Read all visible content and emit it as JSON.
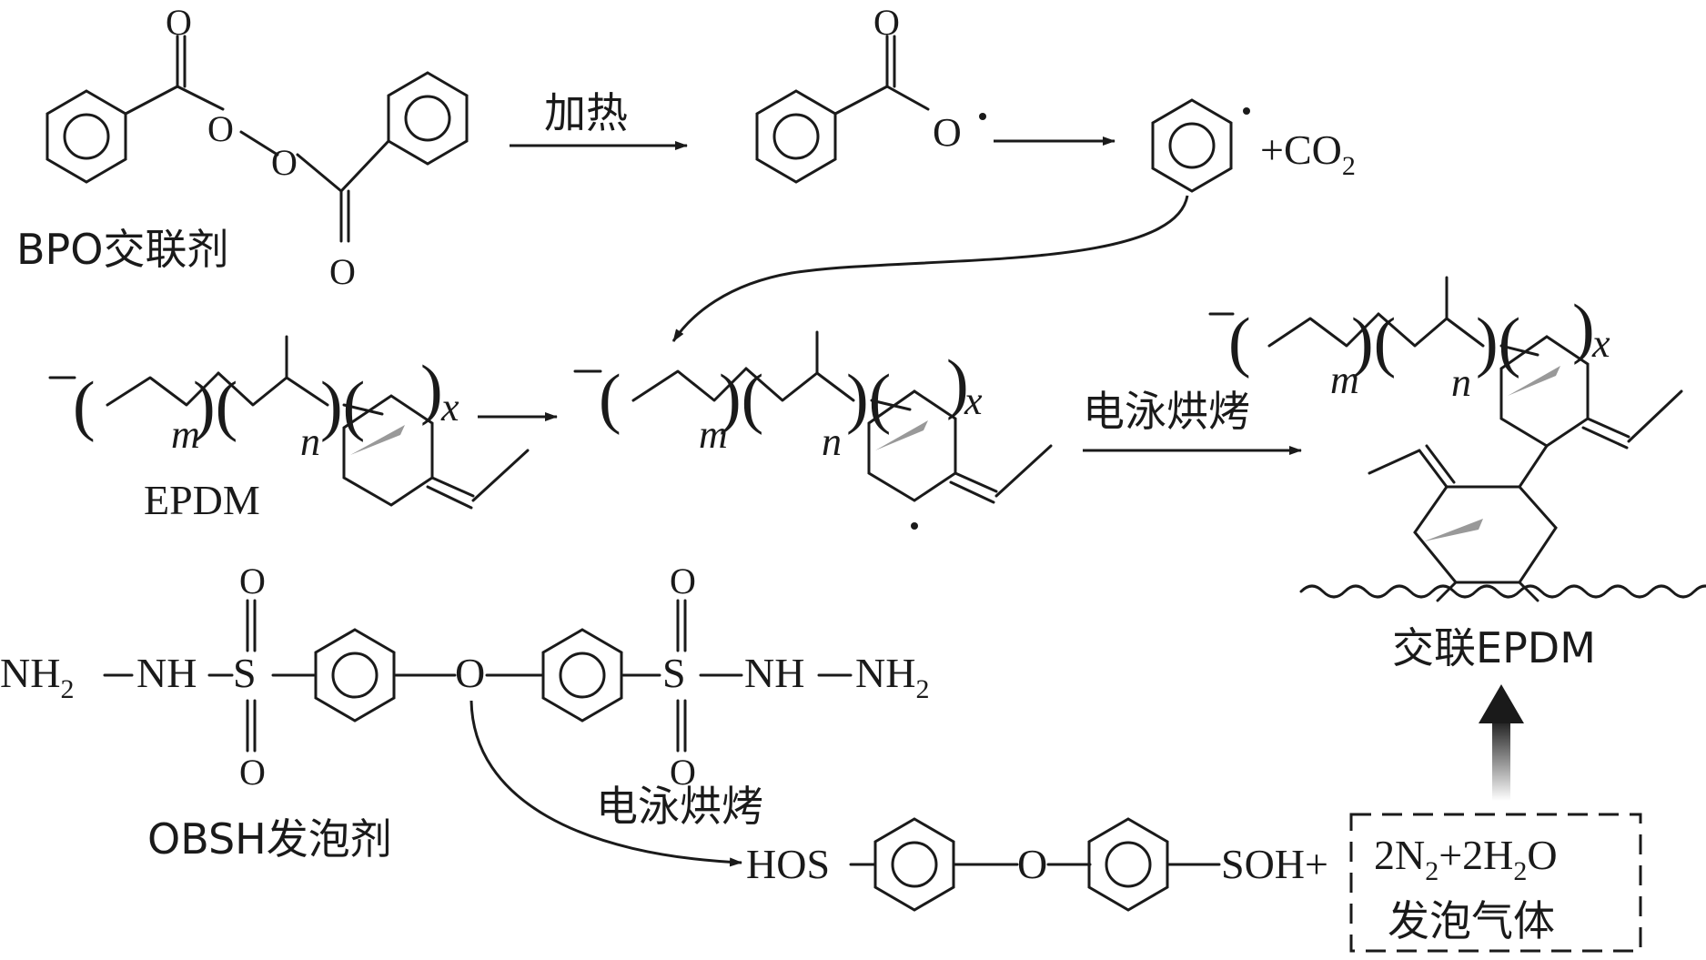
{
  "labels": {
    "bpo": "BPO交联剂",
    "heat": "加热",
    "co2": "+CO",
    "co2_sub": "2",
    "epdm": "EPDM",
    "bake1": "电泳烘烤",
    "bake2": "电泳烘烤",
    "crosslinked": "交联EPDM",
    "obsh": "OBSH发泡剂",
    "gas_formula_a": "2N",
    "gas_formula_sub1": "2",
    "gas_formula_b": "+2H",
    "gas_formula_sub2": "2",
    "gas_formula_c": "O",
    "gas_name": "发泡气体",
    "product_left": "HOS",
    "product_right": "SOH+",
    "nh2": "NH",
    "nh2_sub": "2",
    "nh": "NH",
    "s": "S",
    "o": "O",
    "m": "m",
    "n": "n",
    "x": "x"
  }
}
